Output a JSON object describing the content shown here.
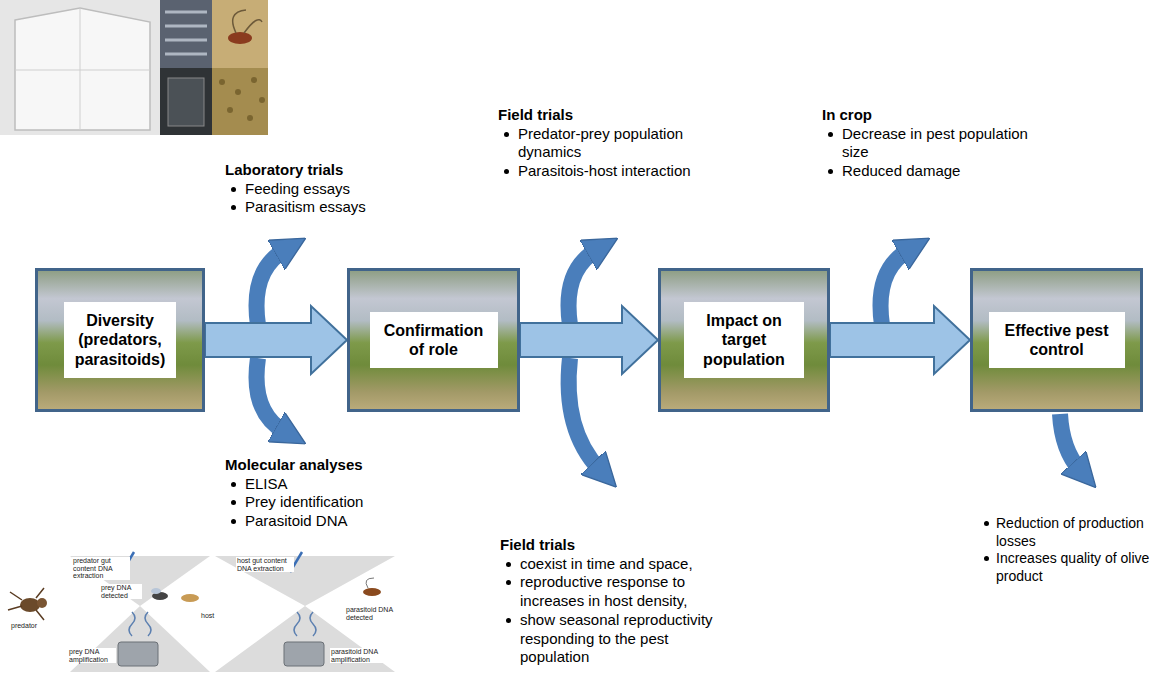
{
  "diagram": {
    "nodes": [
      {
        "text": [
          "Diversity (predators, parasitoids)"
        ]
      },
      {
        "text": [
          "Confirmation of role"
        ]
      },
      {
        "text": [
          "Impact on target population"
        ]
      },
      {
        "text": [
          "Effective pest control"
        ]
      }
    ],
    "edges": [
      {
        "from": 0,
        "to": 1,
        "arrow": "to"
      },
      {
        "from": 1,
        "to": 2,
        "arrow": "to"
      },
      {
        "from": 2,
        "to": 3,
        "arrow": "to"
      }
    ],
    "labels": [
      "Laboratory trials",
      "Feeding essays",
      "Parasitism essays",
      "Molecular analyses",
      "ELISA",
      "Prey identification",
      "Parasitoid DNA",
      "Field trials",
      "Predator-prey population dynamics",
      "Parasitois-host interaction",
      "In crop",
      "Decrease in pest population size",
      "Reduced damage",
      "Field trials",
      "coexist in time and space,",
      "reproductive response to increases in host density,",
      "show seasonal reproductivity responding to the pest population",
      "Reduction of production losses",
      "Increases quality of olive product",
      "predator gut content DNA extraction",
      "prey DNA detected",
      "predator",
      "prey DNA amplification",
      "host gut content DNA extraction",
      "host",
      "parasitoid DNA detected",
      "parasitoid DNA amplification"
    ]
  }
}
